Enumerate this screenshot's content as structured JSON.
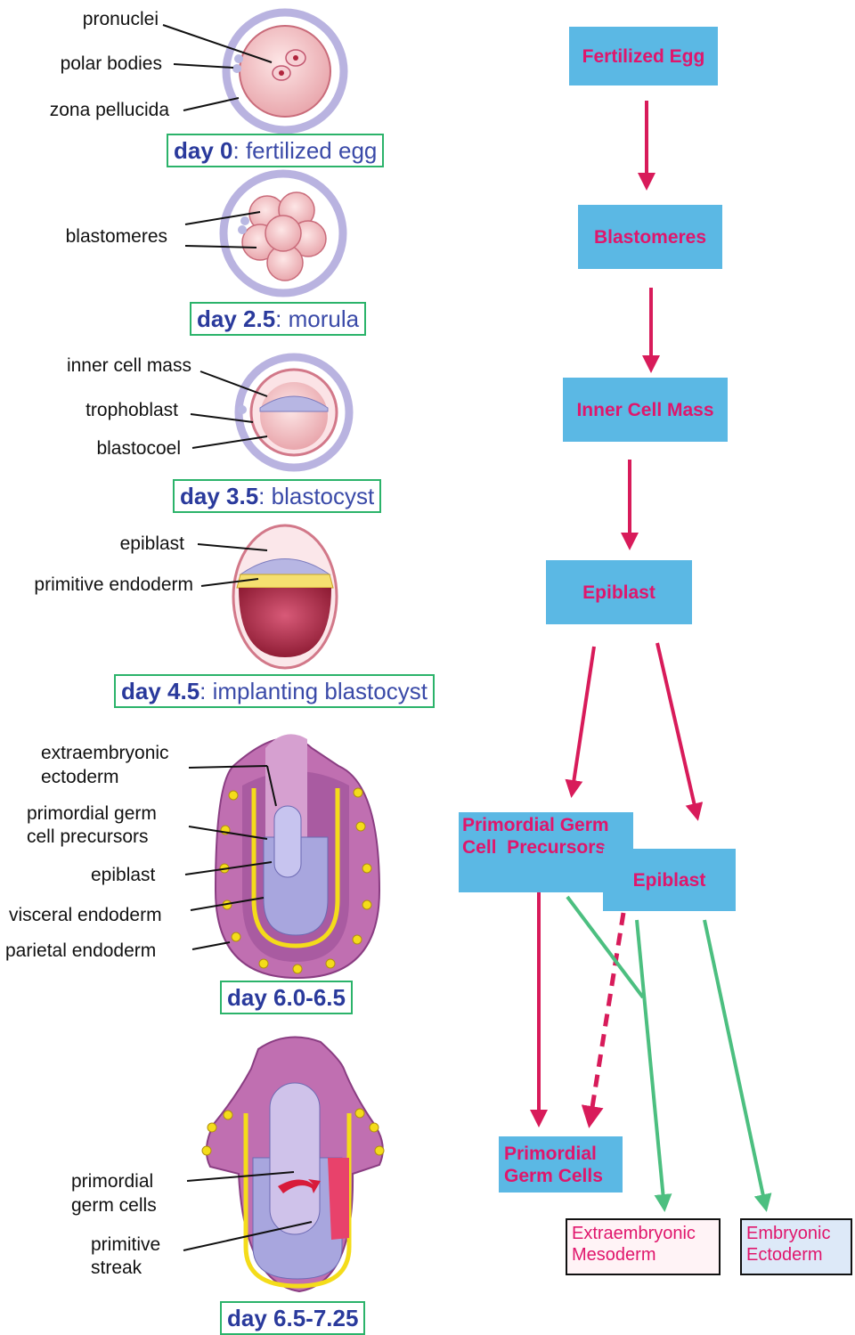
{
  "stages": [
    {
      "day": "day 0",
      "desc": ": fertilized egg",
      "labels": [
        "pronuclei",
        "polar bodies",
        "zona pellucida"
      ]
    },
    {
      "day": "day 2.5",
      "desc": ": morula",
      "labels": [
        "blastomeres"
      ]
    },
    {
      "day": "day 3.5",
      "desc": ": blastocyst",
      "labels": [
        "inner cell mass",
        "trophoblast",
        "blastocoel"
      ]
    },
    {
      "day": "day 4.5",
      "desc": ": implanting blastocyst",
      "labels": [
        "epiblast",
        "primitive endoderm"
      ]
    },
    {
      "day": "day 6.0-6.5",
      "desc": "",
      "labels": [
        "extraembryonic",
        "ectoderm",
        "primordial germ",
        "cell precursors",
        "epiblast",
        "visceral endoderm",
        "parietal endoderm"
      ]
    },
    {
      "day": "day 6.5-7.25",
      "desc": "",
      "labels": [
        "primordial",
        "germ cells",
        "primitive",
        "streak"
      ]
    }
  ],
  "flow": {
    "fertilized_egg": "Fertilized Egg",
    "blastomeres": "Blastomeres",
    "inner_cell_mass": "Inner Cell Mass",
    "epiblast": "Epiblast",
    "pgc_precursors_1": "Primordial Germ",
    "pgc_precursors_2": "Cell  Precursors",
    "epiblast_2": "Epiblast",
    "pgc_1": "Primordial",
    "pgc_2": "Germ Cells",
    "extra_meso_1": "Extraembryonic",
    "extra_meso_2": "Mesoderm",
    "emb_ecto_1": "Embryonic",
    "emb_ecto_2": "Ectoderm"
  },
  "colors": {
    "flow_box": "#5bb8e4",
    "flow_text": "#e0166c",
    "red_arrow": "#d81b5a",
    "green_arrow": "#4cbf80",
    "caption_border": "#2bb36a",
    "caption_text": "#3a4aa8"
  }
}
